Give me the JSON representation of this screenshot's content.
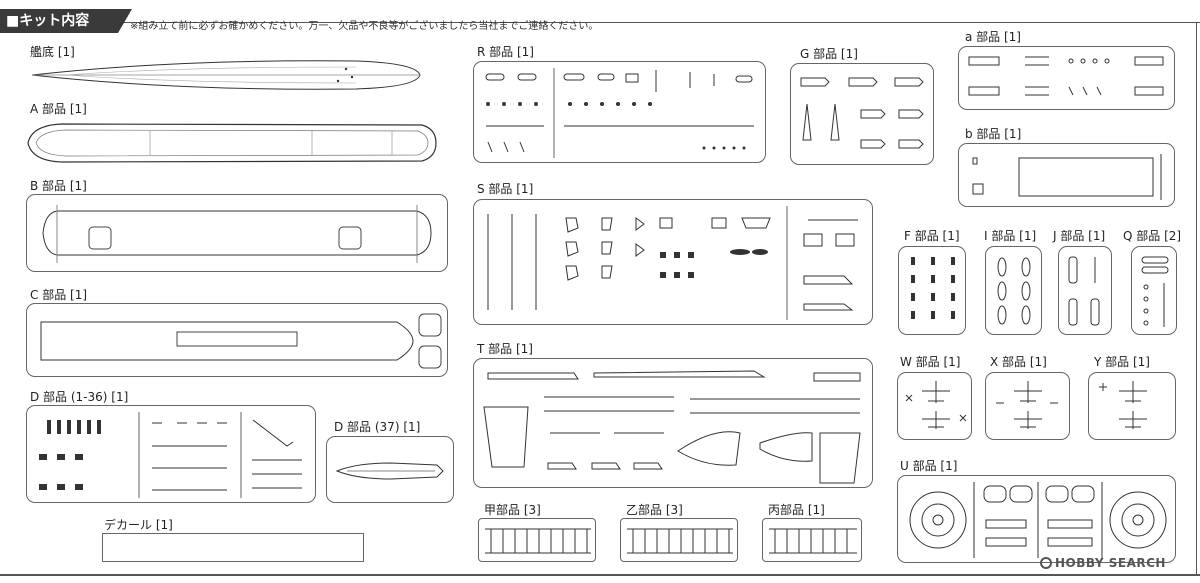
{
  "header": {
    "title": "キット内容"
  },
  "note": "※組み立て前に必ずお確かめください。万一、欠品や不良等がございましたら当社までご連絡ください。",
  "parts": {
    "hull_bottom": "艦底 [1]",
    "A": "A 部品 [1]",
    "B": "B 部品 [1]",
    "C": "C 部品 [1]",
    "D": "D 部品 (1-36) [1]",
    "D37": "D 部品 (37) [1]",
    "decal": "デカール [1]",
    "R": "R 部品 [1]",
    "G": "G 部品 [1]",
    "a": "a 部品 [1]",
    "b": "b 部品 [1]",
    "S": "S 部品 [1]",
    "F": "F 部品 [1]",
    "I": "I 部品 [1]",
    "J": "J 部品 [1]",
    "Q": "Q 部品 [2]",
    "T": "T 部品 [1]",
    "W": "W 部品 [1]",
    "X": "X 部品 [1]",
    "Y": "Y 部品 [1]",
    "U": "U 部品 [1]",
    "ko": "甲部品 [3]",
    "otsu": "乙部品 [3]",
    "hei": "丙部品 [1]"
  },
  "watermark": "HOBBY SEARCH"
}
